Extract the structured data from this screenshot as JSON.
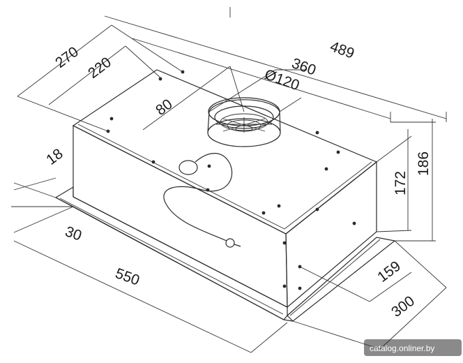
{
  "drawing": {
    "subject": "built-in cooker hood dimensional drawing",
    "line_color": "#2a2a2a",
    "background": "#ffffff",
    "outlet_label": "Ø120"
  },
  "dimensions": {
    "d270": "270",
    "d220": "220",
    "d80": "80",
    "d489": "489",
    "d360": "360",
    "d120": "Ø120",
    "d18": "18",
    "d30": "30",
    "d550": "550",
    "d172": "172",
    "d186": "186",
    "d159": "159",
    "d300": "300"
  },
  "watermark": {
    "text": "catalog.onliner.by",
    "color": "#ffffff"
  }
}
